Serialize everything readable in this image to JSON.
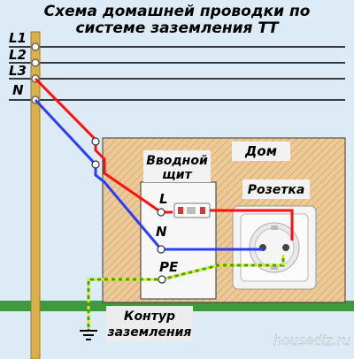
{
  "title": {
    "line1": "Схема домашней проводки по",
    "line2": "системе заземления ТТ"
  },
  "lines": {
    "l1": "L1",
    "l2": "L2",
    "l3": "L3",
    "n": "N"
  },
  "house_label": "Дом",
  "panel": {
    "line1": "Вводной",
    "line2": "щит",
    "l": "L",
    "n": "N",
    "pe": "PE"
  },
  "socket_label": "Розетка",
  "ground": {
    "line1": "Контур",
    "line2": "заземления"
  },
  "watermark": "housediz.ru",
  "colors": {
    "phase": "#ff1010",
    "neutral": "#2a3dff",
    "pe_green": "#2aaa2a",
    "pe_yellow": "#f3e200",
    "house": "#e8c898",
    "ground": "#3a8a3a",
    "pole": "#d9b04a"
  }
}
